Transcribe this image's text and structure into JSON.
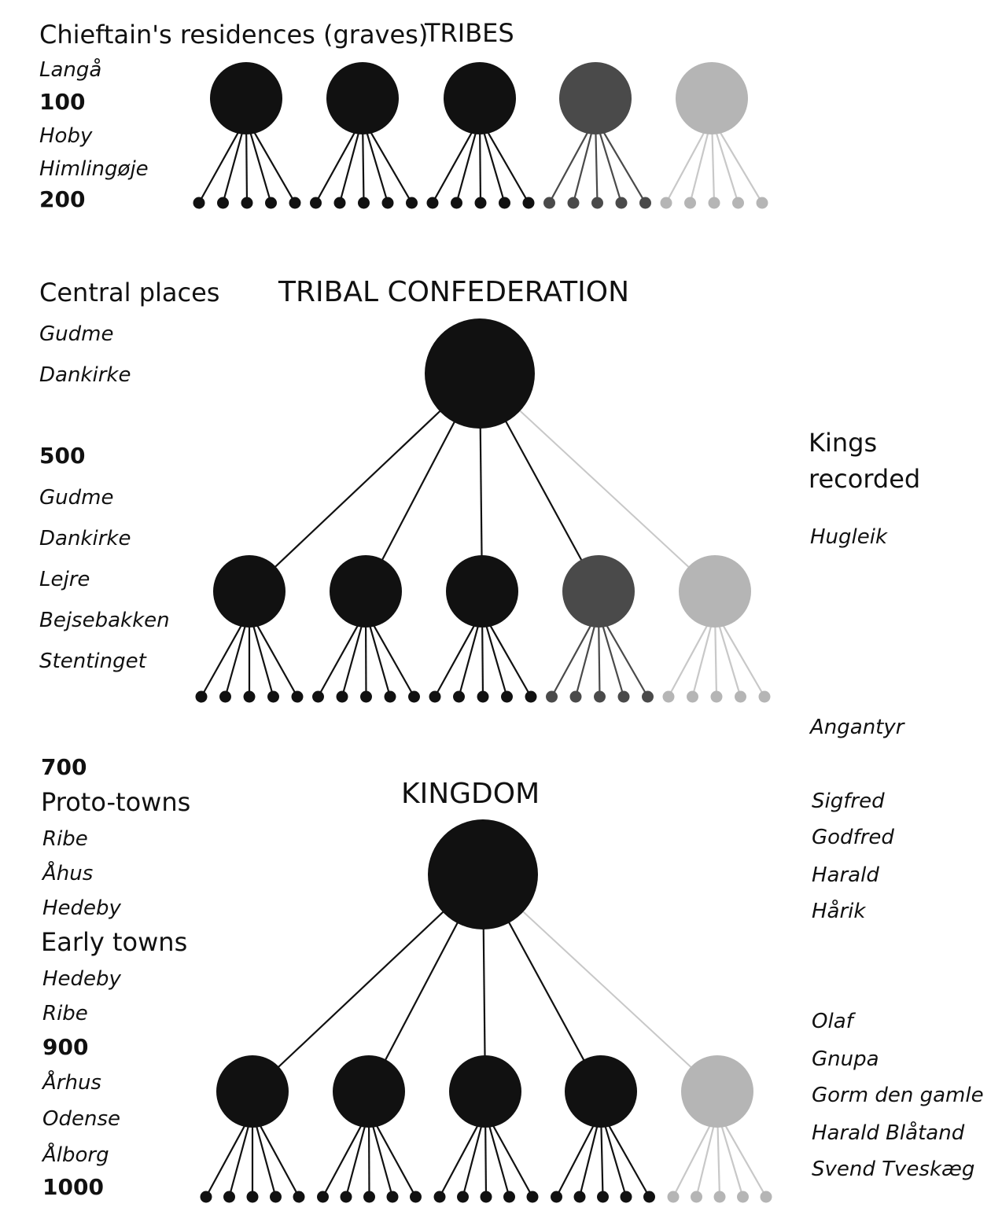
{
  "section_tribes": {
    "left_header": "Chieftain's residences (graves)",
    "title": "TRIBES",
    "left_items": [
      "Langå",
      "100",
      "Hoby",
      "Himlingøje",
      "200"
    ]
  },
  "section_confederation": {
    "left_header": "Central places",
    "title": "TRIBAL CONFEDERATION",
    "left_items": [
      "Gudme",
      "Dankirke",
      "500",
      "Gudme",
      "Dankirke",
      "Lejre",
      "Bejsebakken",
      "Stentinget"
    ],
    "right_header": "Kings recorded",
    "right_items": [
      "Hugleik",
      "Angantyr"
    ]
  },
  "section_kingdom": {
    "year_top": "700",
    "left_header_1": "Proto-towns",
    "left_items_1": [
      "Ribe",
      "Åhus",
      "Hedeby"
    ],
    "left_header_2": "Early towns",
    "left_items_2": [
      "Hedeby",
      "Ribe",
      "900",
      "Århus",
      "Odense",
      "Ålborg",
      "1000"
    ],
    "title": "KINGDOM",
    "right_items": [
      "Sigfred",
      "Godfred",
      "Harald",
      "Hårik",
      "Olaf",
      "Gnupa",
      "Gorm den gamle",
      "Harald Blåtand",
      "Svend Tveskæg"
    ]
  },
  "colors": {
    "node_dark": "#111111",
    "node_mid": "#4a4a4a",
    "node_light": "#b5b5b5",
    "line_dark": "#111111",
    "line_light": "#c8c8c8"
  }
}
